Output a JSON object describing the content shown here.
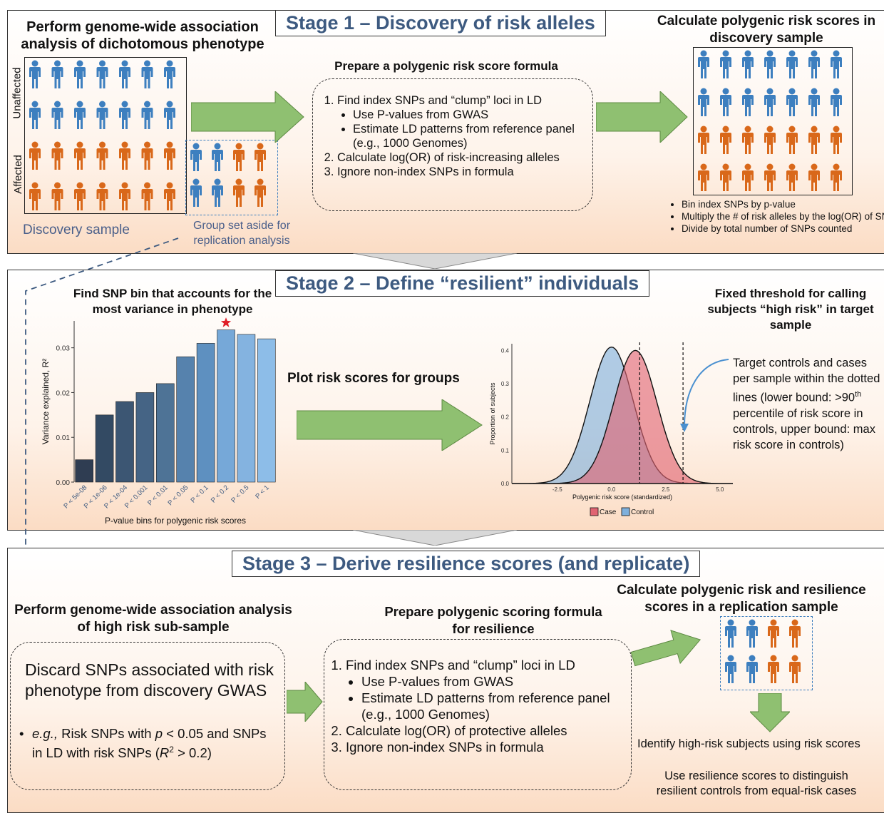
{
  "stage1": {
    "title": "Stage 1 – Discovery of risk alleles",
    "gwas_heading": "Perform genome-wide association analysis of dichotomous phenotype",
    "label_unaffected": "Unaffected",
    "label_affected": "Affected",
    "discovery_label": "Discovery sample",
    "replication_label": "Group set aside for replication analysis",
    "formula_heading": "Prepare a polygenic risk score formula",
    "formula_steps": [
      {
        "text": "Find index SNPs and “clump” loci in LD",
        "sub": [
          "Use P-values from GWAS",
          "Estimate LD patterns from reference panel (e.g., 1000 Genomes)"
        ]
      },
      {
        "text": "Calculate log(OR) of risk-increasing alleles",
        "sub": []
      },
      {
        "text": "Ignore non-index SNPs in formula",
        "sub": []
      }
    ],
    "calc_heading": "Calculate polygenic risk scores in discovery sample",
    "calc_bullets": [
      "Bin index SNPs by p-value",
      "Multiply the # of risk alleles by the log(OR) of SNP",
      "Divide by total number of SNPs counted"
    ]
  },
  "stage2": {
    "title": "Stage 2 – Define “resilient” individuals",
    "bin_heading": "Find SNP bin that accounts for the most variance in phenotype",
    "plot_label": "Plot risk scores for groups",
    "threshold_heading": "Fixed threshold for calling subjects “high risk” in target sample",
    "target_text_main": "Target controls and cases per sample within the dotted lines (lower bound: >90",
    "target_text_sup": "th",
    "target_text_rest": " percentile of risk score in controls, upper bound: max risk score in controls)"
  },
  "stage3": {
    "title": "Stage 3 – Derive resilience scores (and replicate)",
    "gwas_heading": "Perform genome-wide association analysis of high risk sub-sample",
    "discard_text": "Discard SNPs associated with risk phenotype from discovery GWAS",
    "discard_eg": "e.g.,",
    "discard_sub": " Risk SNPs with ",
    "discard_p": "p",
    "discard_sub2": " < 0.05 and SNPs in LD with risk SNPs (",
    "discard_r": "R",
    "discard_r_sup": "2",
    "discard_sub3": " > 0.2)",
    "formula_heading": "Prepare polygenic scoring formula for resilience",
    "formula_steps": [
      {
        "text": "Find index SNPs and “clump” loci in LD",
        "sub": [
          "Use P-values from GWAS",
          "Estimate LD patterns from reference panel (e.g., 1000 Genomes)"
        ]
      },
      {
        "text": "Calculate log(OR) of protective alleles",
        "sub": []
      },
      {
        "text": "Ignore non-index SNPs in formula",
        "sub": []
      }
    ],
    "calc_heading": "Calculate polygenic risk and resilience scores in a replication sample",
    "identify_text": "Identify high-risk subjects using risk scores",
    "use_text": "Use resilience scores to distinguish resilient controls from equal-risk cases"
  },
  "colors": {
    "blue_person": "#3d7fbf",
    "orange_person": "#d9681a",
    "arrow_green": "#8fc071",
    "title_blue": "#3d5a80",
    "case_fill": "#e06472",
    "control_fill": "#7fb0dc"
  },
  "chart_data": [
    {
      "type": "bar",
      "title": "",
      "xlabel": "P-value bins for polygenic risk scores",
      "ylabel": "Variance explained, R²",
      "categories": [
        "P < 5e-08",
        "P < 1e-06",
        "P < 1e-04",
        "P < 0.001",
        "P < 0.01",
        "P < 0.05",
        "P < 0.1",
        "P < 0.2",
        "P < 0.5",
        "P < 1"
      ],
      "values": [
        0.005,
        0.015,
        0.018,
        0.02,
        0.022,
        0.028,
        0.031,
        0.034,
        0.033,
        0.032
      ],
      "yticks": [
        0.0,
        0.01,
        0.02,
        0.03
      ],
      "ytick_labels": [
        "0.00",
        "0.01",
        "0.02",
        "0.03"
      ],
      "ylim": [
        0,
        0.036
      ],
      "highlight_category": "P < 0.2",
      "grid": false
    },
    {
      "type": "area",
      "title": "",
      "xlabel": "Polygenic risk score (standardized)",
      "ylabel": "Proportion of subjects",
      "xlim": [
        -4.6,
        5.6
      ],
      "ylim": [
        0,
        0.42
      ],
      "xticks": [
        -2.5,
        0.0,
        2.5,
        5.0
      ],
      "xtick_labels": [
        "-2.5",
        "0.0",
        "2.5",
        "5.0"
      ],
      "yticks": [
        0.0,
        0.1,
        0.2,
        0.3,
        0.4
      ],
      "ytick_labels": [
        "0.0",
        "0.1",
        "0.2",
        "0.3",
        "0.4"
      ],
      "series": [
        {
          "name": "Case",
          "mean": 1.1,
          "sd": 1.0,
          "peak": 0.4
        },
        {
          "name": "Control",
          "mean": 0.0,
          "sd": 1.0,
          "peak": 0.41
        }
      ],
      "vlines": [
        1.3,
        3.3
      ],
      "legend": "bottom"
    }
  ]
}
